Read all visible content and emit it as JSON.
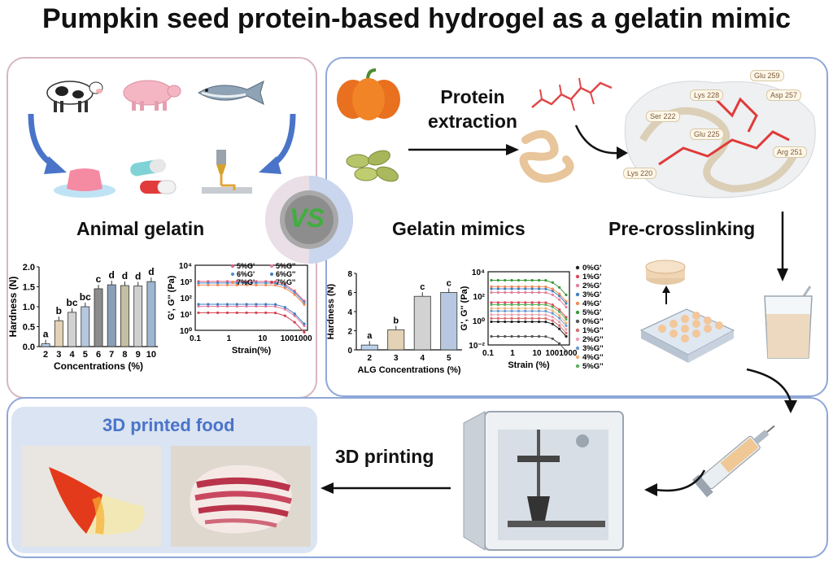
{
  "title": "Pumpkin seed protein-based hydrogel as a gelatin mimic",
  "labels": {
    "protein_extraction": "Protein extraction",
    "animal_gelatin": "Animal gelatin",
    "gelatin_mimics": "Gelatin mimics",
    "pre_crosslinking": "Pre-crosslinking",
    "vs": "VS",
    "printing_3d": "3D printing",
    "printed_food": "3D printed food"
  },
  "residues": [
    "Glu 259",
    "Lys 228",
    "Asp 257",
    "Ser 222",
    "Glu 225",
    "Arg 251",
    "Lys 220"
  ],
  "colors": {
    "accent_blue": "#4a74c9",
    "panel_border_blue": "#8fa7d9",
    "panel_border_pink": "#d8b7bf",
    "bar_colors": [
      "#bcd3ec",
      "#e3d2b6",
      "#d2d2d2",
      "#b7c7e0",
      "#8c8c8c",
      "#8aa0b8",
      "#c4bfa2",
      "#d0d0d0",
      "#9eb6cf"
    ]
  },
  "chart_data": [
    {
      "type": "bar",
      "categories": [
        "2",
        "3",
        "4",
        "5",
        "6",
        "7",
        "8",
        "9",
        "10"
      ],
      "values": [
        0.07,
        0.65,
        0.86,
        1.0,
        1.45,
        1.55,
        1.53,
        1.52,
        1.63
      ],
      "letters": [
        "a",
        "b",
        "bc",
        "bc",
        "c",
        "d",
        "d",
        "d",
        "d"
      ],
      "ylabel": "Hardness (N)",
      "xlabel": "Concentrations (%)",
      "ylim": [
        0,
        2.0
      ],
      "yticks": [
        "0.0",
        "0.5",
        "1.0",
        "1.5",
        "2.0"
      ]
    },
    {
      "type": "line",
      "log_x": true,
      "log_y": true,
      "xlabel": "Strain(%)",
      "ylabel": "G', G'' (Pa)",
      "xticks": [
        "0.1",
        "1",
        "10",
        "1001000"
      ],
      "yticks": [
        "10⁰",
        "10¹",
        "10²",
        "10³",
        "10⁴"
      ],
      "legend": [
        "5%G'",
        "5%G''",
        "6%G'",
        "6%G''",
        "7%G'",
        "7%G''"
      ],
      "series_colors": [
        "#e05a7a",
        "#e57aa2",
        "#4b8fd2",
        "#3c7ec0",
        "#f08c5a",
        "#d24050"
      ],
      "plateaus": [
        1000,
        30,
        800,
        40,
        600,
        12
      ]
    },
    {
      "type": "bar",
      "categories": [
        "2",
        "3",
        "4",
        "5"
      ],
      "values": [
        0.5,
        2.1,
        5.6,
        6.0
      ],
      "letters": [
        "a",
        "b",
        "c",
        "c"
      ],
      "ylabel": "Hardness (N)",
      "xlabel": "ALG Concentrations (%)",
      "ylim": [
        0,
        8
      ],
      "yticks": [
        "0",
        "2",
        "4",
        "6",
        "8"
      ]
    },
    {
      "type": "line",
      "log_x": true,
      "log_y": true,
      "xlabel": "Strain (%)",
      "ylabel": "G', G'' (Pa)",
      "xticks": [
        "0.1",
        "1",
        "10",
        "1001000"
      ],
      "yticks": [
        "10⁻²",
        "10⁰",
        "10²",
        "10⁴"
      ],
      "legend": [
        "0%G'",
        "1%G'",
        "2%G'",
        "3%G'",
        "4%G'",
        "5%G'",
        "0%G''",
        "1%G''",
        "2%G''",
        "3%G''",
        "4%G''",
        "5%G''"
      ],
      "series_colors": [
        "#222222",
        "#e04a5a",
        "#e27f9a",
        "#3f7fc0",
        "#f08a55",
        "#3a9a3a",
        "#555555",
        "#d86a6a",
        "#e8a0b0",
        "#6a9ad0",
        "#f0b070",
        "#5ab05a"
      ],
      "plateaus": [
        0.8,
        30,
        200,
        400,
        600,
        2000,
        0.05,
        1.5,
        3,
        6,
        10,
        20
      ]
    }
  ]
}
